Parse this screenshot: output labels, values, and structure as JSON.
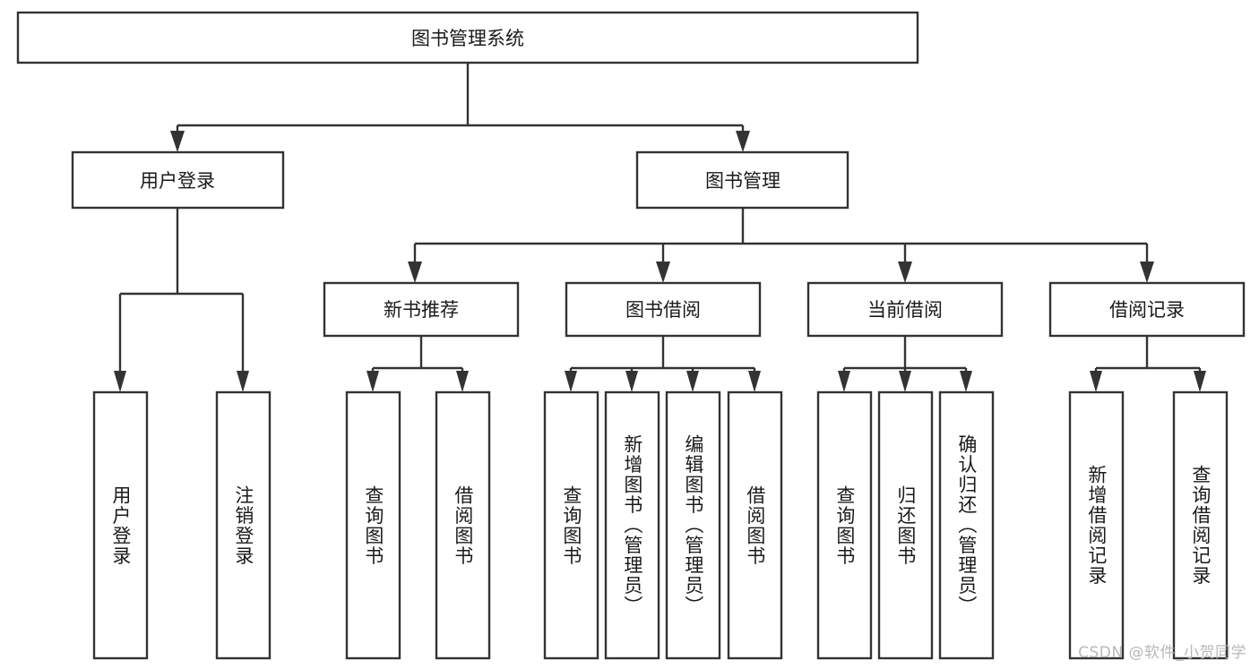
{
  "diagram": {
    "title": "图书管理系统",
    "type": "tree-hierarchy",
    "orientation": "top-down",
    "watermark": "CSDN @软件_小贺同学",
    "colors": {
      "box_stroke": "#333333",
      "box_fill": "#ffffff",
      "text": "#1a1a1a",
      "background": "#ffffff",
      "watermark": "#b8b8b8"
    },
    "levels": {
      "root": {
        "label": "图书管理系统"
      },
      "level2": [
        {
          "id": "user-login",
          "label": "用户登录"
        },
        {
          "id": "book-management",
          "label": "图书管理"
        }
      ],
      "level3": [
        {
          "id": "new-book-recommend",
          "label": "新书推荐",
          "parent": "book-management"
        },
        {
          "id": "book-borrow",
          "label": "图书借阅",
          "parent": "book-management"
        },
        {
          "id": "current-borrow",
          "label": "当前借阅",
          "parent": "book-management"
        },
        {
          "id": "borrow-record",
          "label": "借阅记录",
          "parent": "book-management"
        }
      ],
      "leaves": {
        "user-login": [
          {
            "id": "leaf-user-login",
            "label": "用户登录"
          },
          {
            "id": "leaf-user-logout",
            "label": "注销登录"
          }
        ],
        "new-book-recommend": [
          {
            "id": "leaf-query-book-1",
            "label": "查询图书"
          },
          {
            "id": "leaf-borrow-book-1",
            "label": "借阅图书"
          }
        ],
        "book-borrow": [
          {
            "id": "leaf-query-book-2",
            "label": "查询图书"
          },
          {
            "id": "leaf-add-book",
            "label": "新增图书（管理员）"
          },
          {
            "id": "leaf-edit-book",
            "label": "编辑图书（管理员）"
          },
          {
            "id": "leaf-borrow-book-2",
            "label": "借阅图书"
          }
        ],
        "current-borrow": [
          {
            "id": "leaf-query-book-3",
            "label": "查询图书"
          },
          {
            "id": "leaf-return-book",
            "label": "归还图书"
          },
          {
            "id": "leaf-confirm-return",
            "label": "确认归还（管理员）"
          }
        ],
        "borrow-record": [
          {
            "id": "leaf-add-record",
            "label": "新增借阅记录"
          },
          {
            "id": "leaf-query-record",
            "label": "查询借阅记录"
          }
        ]
      }
    }
  }
}
